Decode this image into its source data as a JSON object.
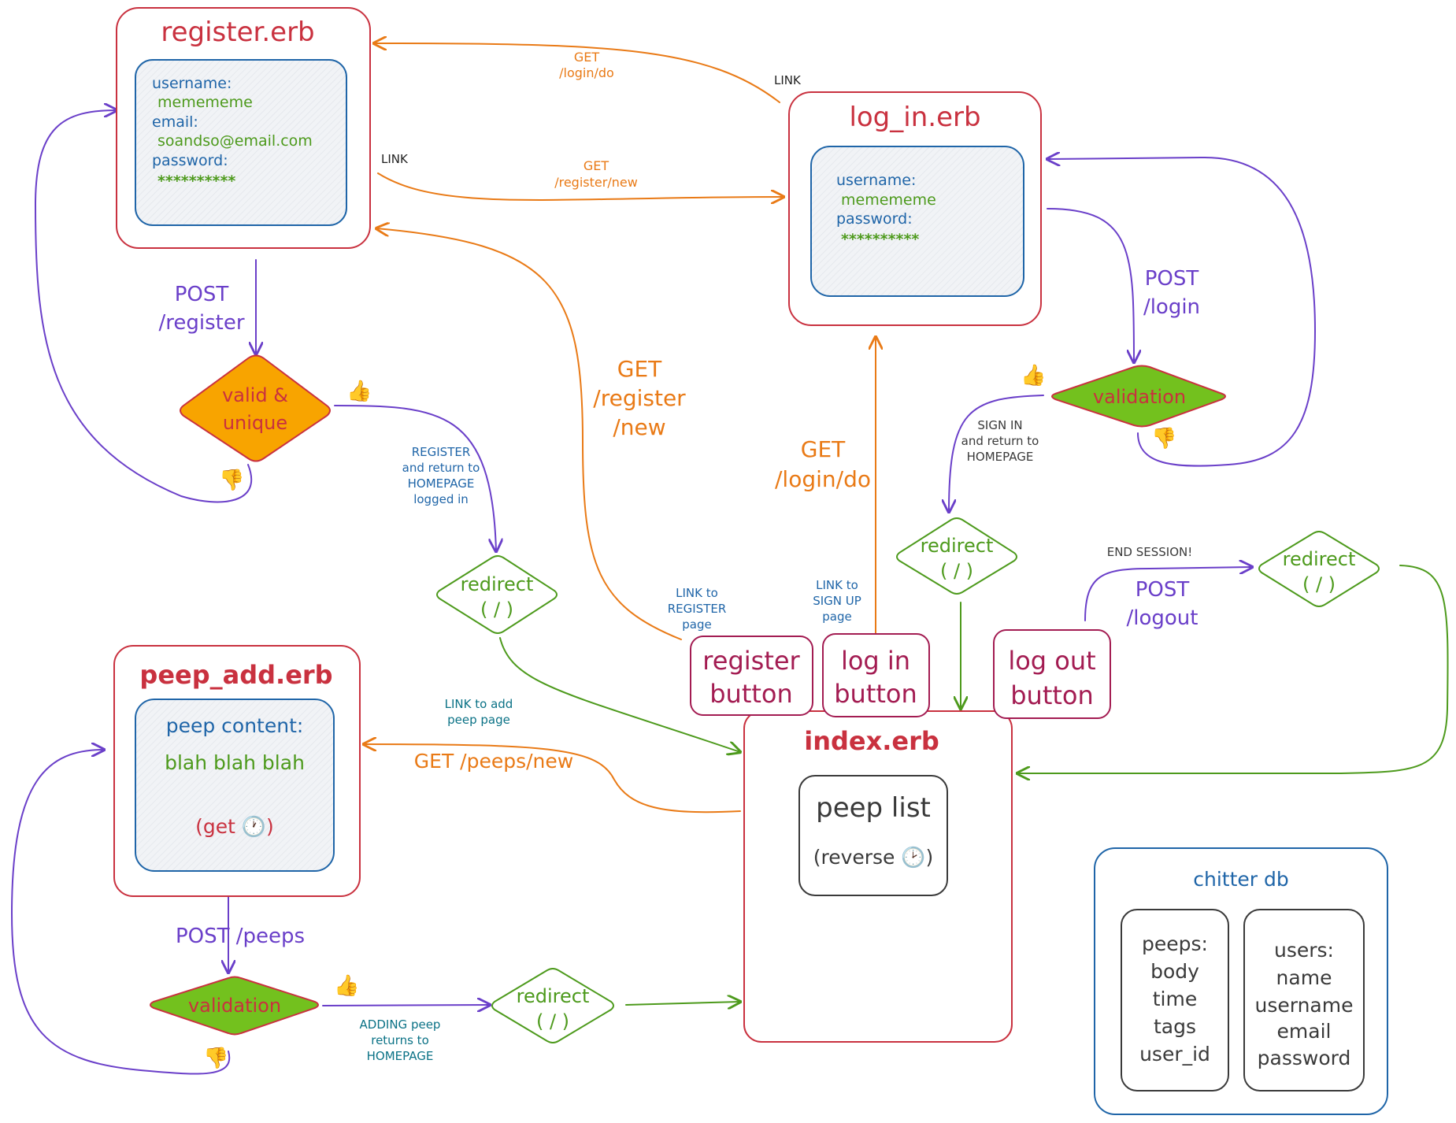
{
  "colors": {
    "red": "#c9313f",
    "blue": "#1f65a8",
    "green": "#4d9a1c",
    "orange": "#e97a16",
    "purple": "#6a3fc9",
    "teal": "#0b7286",
    "maroon": "#a31c52",
    "dark": "#3a3a3a",
    "valid_fill": "#f8a400",
    "validation_fill": "#73c11e",
    "form_fill": "#eef1f4"
  },
  "register": {
    "title": "register.erb",
    "username_label": "username:",
    "username_value": "memememe",
    "email_label": "email:",
    "email_value": "soandso@email.com",
    "password_label": "password:",
    "password_value": "**********"
  },
  "login": {
    "title": "log_in.erb",
    "username_label": "username:",
    "username_value": "memememe",
    "password_label": "password:",
    "password_value": "**********"
  },
  "peep_add": {
    "title": "peep_add.erb",
    "content_label": "peep content:",
    "content_value": "blah blah blah",
    "get_label": "(get 🕐)"
  },
  "index": {
    "title": "index.erb",
    "list_title": "peep list",
    "list_sub": "(reverse 🕑)"
  },
  "db": {
    "title": "chitter db",
    "peeps": [
      "peeps:",
      "body",
      "time",
      "tags",
      "user_id"
    ],
    "users": [
      "users:",
      "name",
      "username",
      "email",
      "password"
    ]
  },
  "buttons": {
    "register": [
      "register",
      "button"
    ],
    "login": [
      "log in",
      "button"
    ],
    "logout": [
      "log out",
      "button"
    ]
  },
  "decisions": {
    "valid": [
      "valid &",
      "unique"
    ],
    "login_validation": "validation",
    "peep_validation": "validation",
    "redirect": [
      "redirect",
      "( / )"
    ]
  },
  "labels": {
    "get_login_do_small": [
      "GET",
      "/login/do"
    ],
    "link_top": "LINK",
    "link_mid": "LINK",
    "get_register_new_small": [
      "GET",
      "/register/new"
    ],
    "post_register": [
      "POST",
      "/register"
    ],
    "register_return": [
      "REGISTER",
      "and return to",
      "HOMEPAGE",
      "logged in"
    ],
    "get_register_new_big": [
      "GET",
      "/register",
      "/new"
    ],
    "link_register_page": [
      "LINK to",
      "REGISTER",
      "page"
    ],
    "get_login_do_big": [
      "GET",
      "/login/do"
    ],
    "link_signup_page": [
      "LINK to",
      "SIGN UP",
      "page"
    ],
    "post_login": [
      "POST",
      "/login"
    ],
    "sign_in_return": [
      "SIGN IN",
      "and return to",
      "HOMEPAGE"
    ],
    "end_session": "END SESSION!",
    "post_logout": [
      "POST",
      "/logout"
    ],
    "link_add_peep": [
      "LINK to add",
      "peep page"
    ],
    "get_peeps_new": "GET /peeps/new",
    "post_peeps": "POST /peeps",
    "adding_peep": [
      "ADDING peep",
      "returns to",
      "HOMEPAGE"
    ],
    "thumbs_up": "👍",
    "thumbs_down": "👎"
  }
}
